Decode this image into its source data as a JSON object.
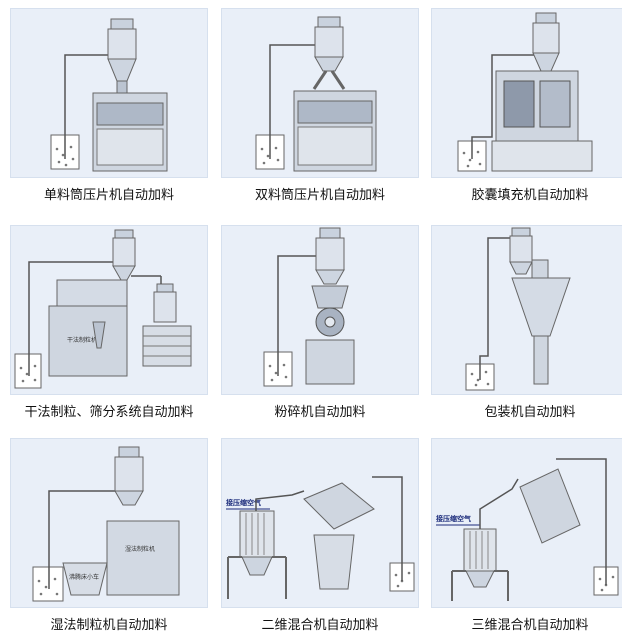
{
  "panels": [
    {
      "caption": "单料筒压片机自动加料",
      "figure": "single-hopper-tablet-press"
    },
    {
      "caption": "双料筒压片机自动加料",
      "figure": "double-hopper-tablet-press"
    },
    {
      "caption": "胶囊填充机自动加料",
      "figure": "capsule-filling-machine"
    },
    {
      "caption": "干法制粒、筛分系统自动加料",
      "figure": "dry-granulation-sieving-system",
      "labels": {
        "machine": "干法制粒机"
      }
    },
    {
      "caption": "粉碎机自动加料",
      "figure": "pulverizer"
    },
    {
      "caption": "包装机自动加料",
      "figure": "packaging-machine"
    },
    {
      "caption": "湿法制粒机自动加料",
      "figure": "wet-granulator",
      "labels": {
        "machine": "湿法制粒机",
        "cart": "沸腾床小车"
      }
    },
    {
      "caption": "二维混合机自动加料",
      "figure": "2d-mixer",
      "labels": {
        "air": "接压缩空气"
      }
    },
    {
      "caption": "三维混合机自动加料",
      "figure": "3d-mixer",
      "labels": {
        "air": "接压缩空气"
      }
    }
  ]
}
